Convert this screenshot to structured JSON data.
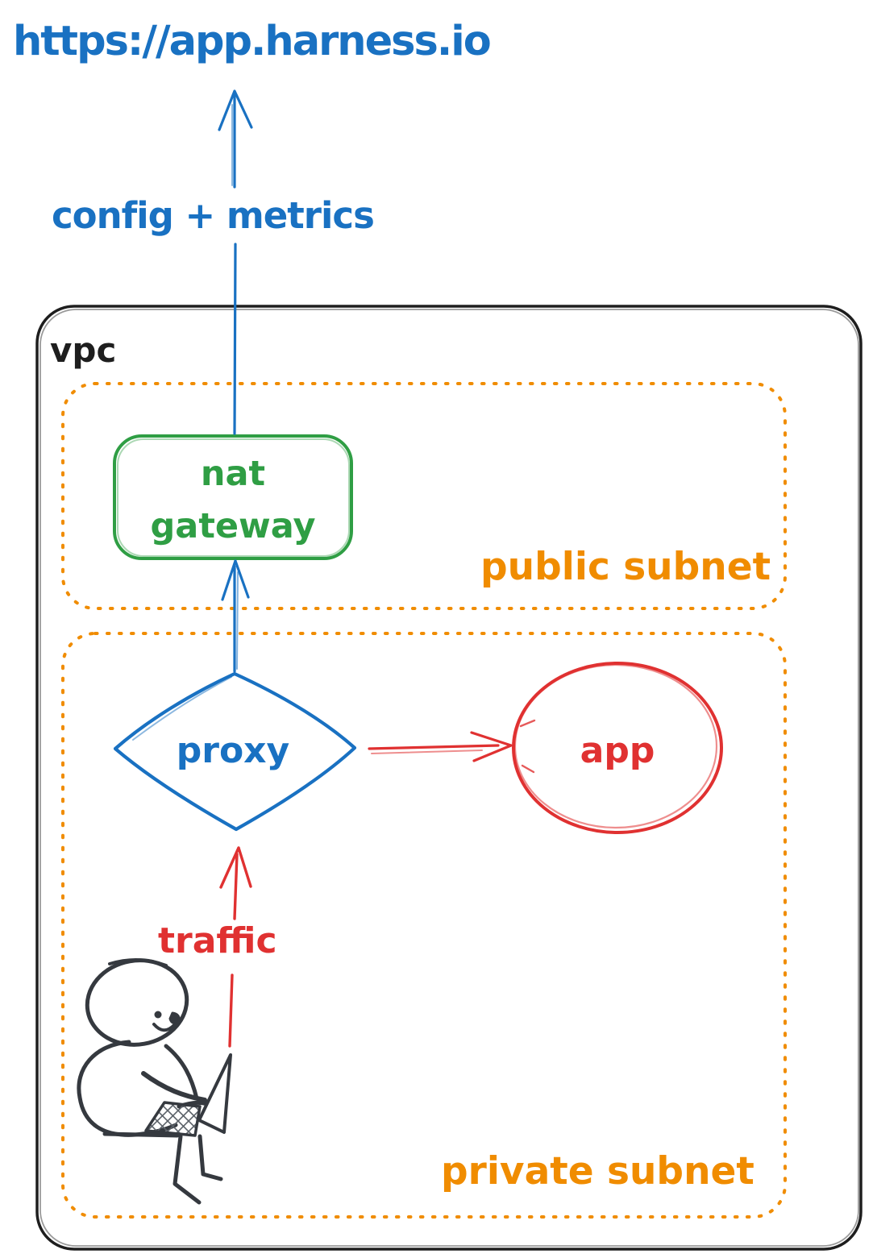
{
  "diagram": {
    "external_url": "https://app.harness.io",
    "config_arrow_label": "config + metrics",
    "vpc": {
      "label": "vpc",
      "public_subnet": {
        "label": "public subnet",
        "nat_gateway_label": "nat gateway"
      },
      "private_subnet": {
        "label": "private subnet",
        "proxy_label": "proxy",
        "app_label": "app",
        "traffic_label": "traffic"
      }
    }
  },
  "colors": {
    "blue": "#1971c2",
    "green": "#2f9e44",
    "orange": "#f08c00",
    "red": "#e03131",
    "ink": "#1e1e1e",
    "sketch": "#35393f"
  }
}
